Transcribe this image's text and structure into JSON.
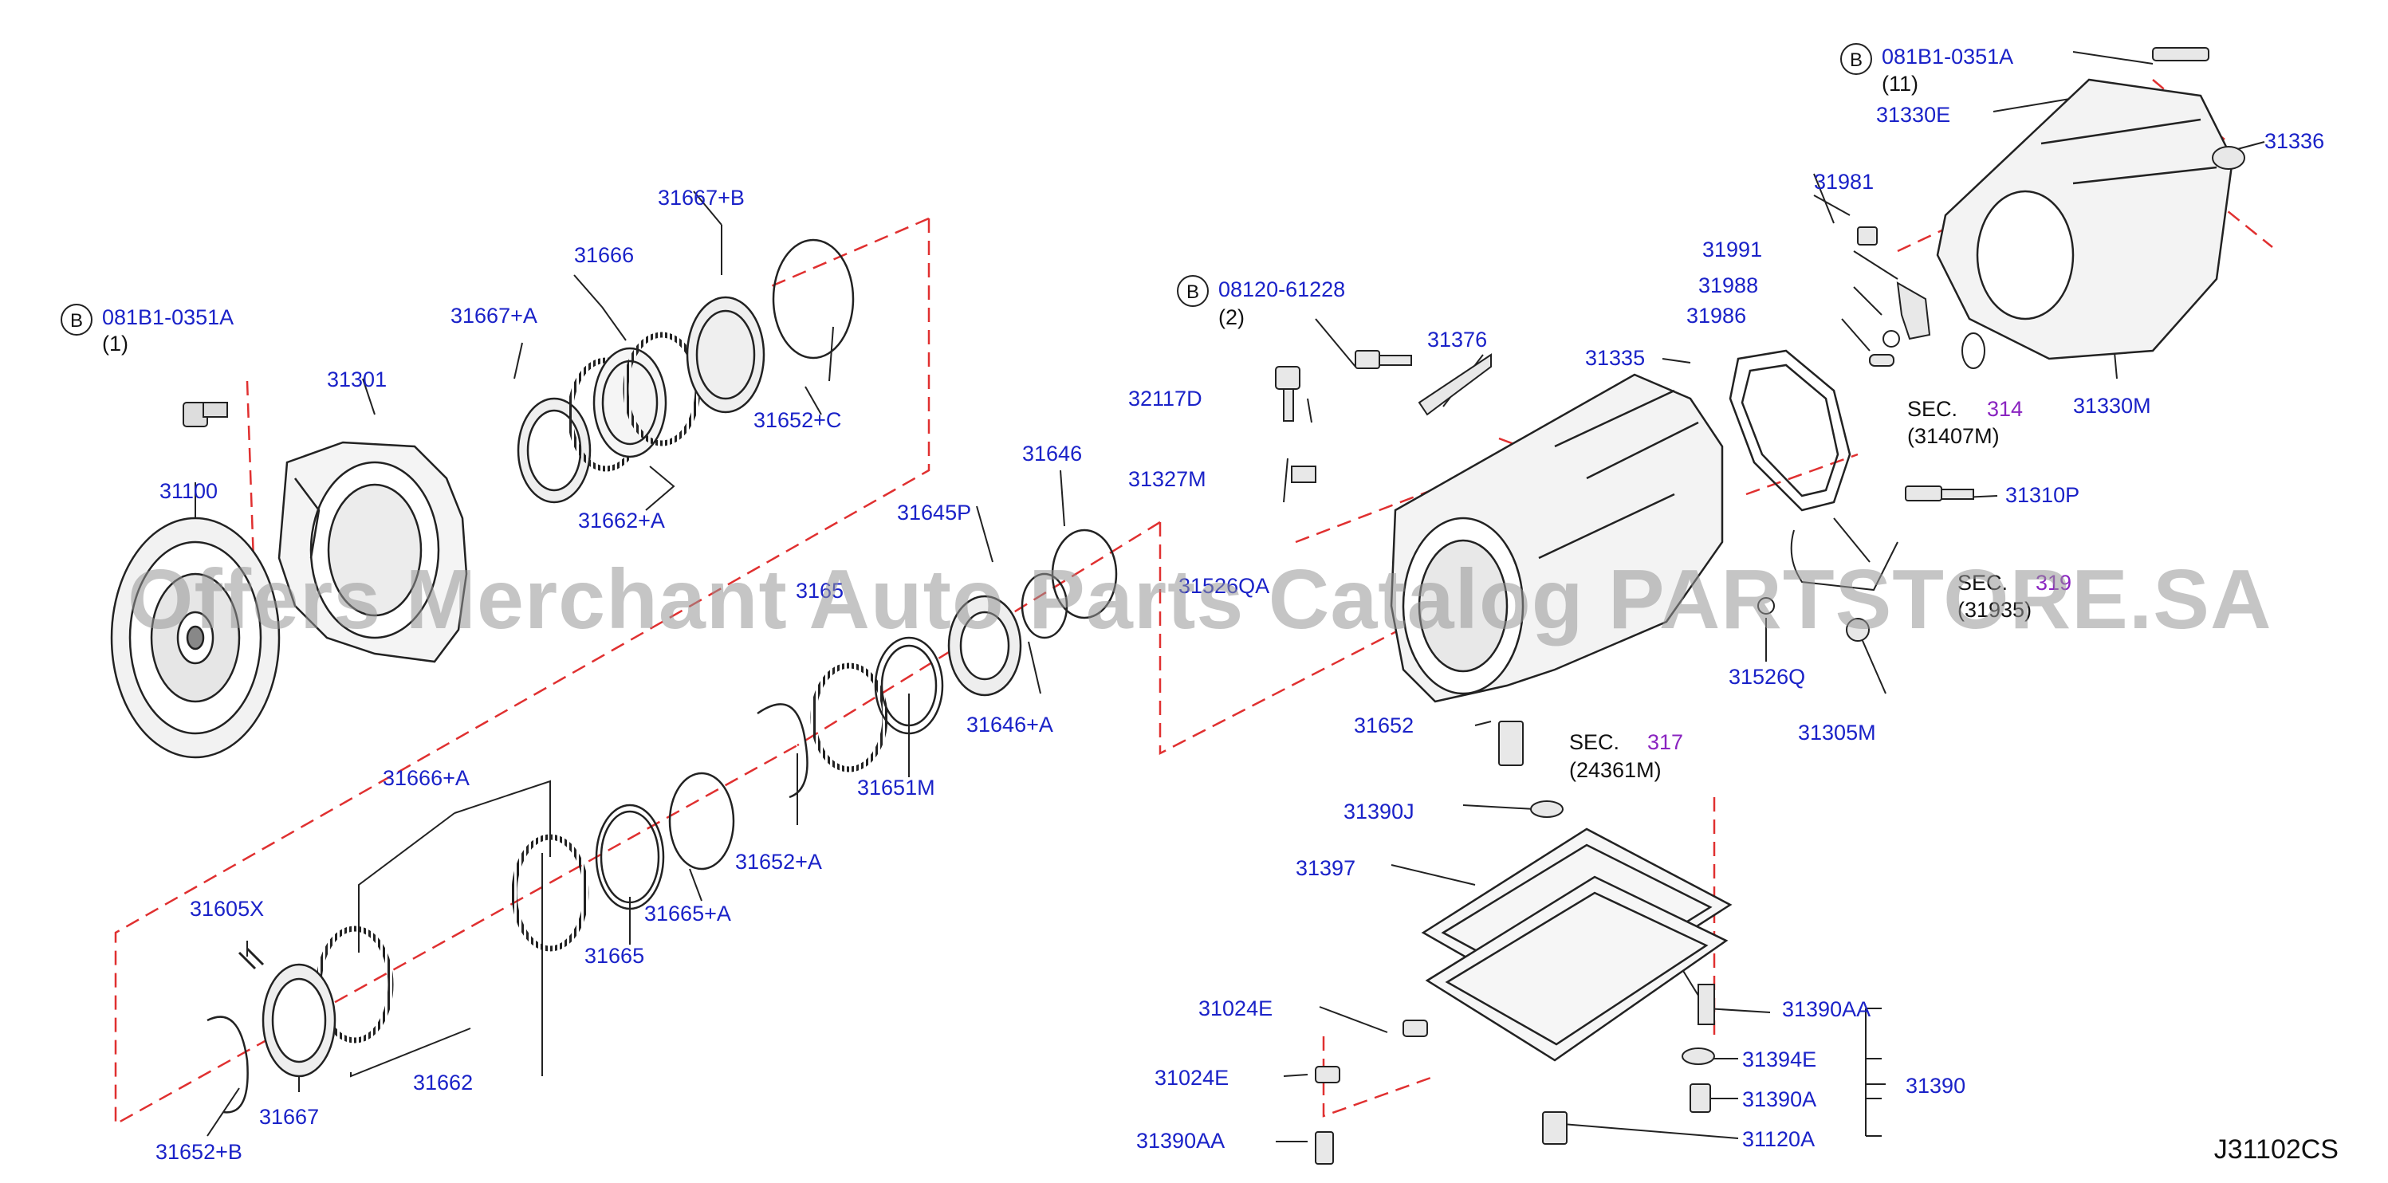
{
  "diagram_code": "J31102CS",
  "watermark": "Offers Merchant Auto Parts Catalog PARTSTORE.SA",
  "bolt_note_left": {
    "marker": "B",
    "part": "081B1-0351A",
    "qty": "(1)"
  },
  "bolt_note_right": {
    "marker": "B",
    "part": "081B1-0351A",
    "qty": "(11)"
  },
  "bolt_note_mid": {
    "marker": "B",
    "part": "08120-61228",
    "qty": "(2)"
  },
  "sec_314": {
    "prefix": "SEC.",
    "num": "314",
    "ref": "(31407M)"
  },
  "sec_317": {
    "prefix": "SEC.",
    "num": "317",
    "ref": "(24361M)"
  },
  "sec_319": {
    "prefix": "SEC.",
    "num": "319",
    "ref": "(31935)"
  },
  "labels": {
    "p31667b": "31667+B",
    "p31666": "31666",
    "p31667a": "31667+A",
    "p31301": "31301",
    "p31100": "31100",
    "p31652c": "31652+C",
    "p31662a": "31662+A",
    "p31646": "31646",
    "p31645p": "31645P",
    "p3165x": "3165",
    "p31646a": "31646+A",
    "p31651m": "31651M",
    "p31652a": "31652+A",
    "p31666a": "31666+A",
    "p31605x": "31605X",
    "p31665a": "31665+A",
    "p31665": "31665",
    "p31667": "31667",
    "p31662": "31662",
    "p31652b": "31652+B",
    "p32117d": "32117D",
    "p31327m": "31327M",
    "p31526qa": "31526QA",
    "p31376": "31376",
    "p31335": "31335",
    "p31981": "31981",
    "p31991": "31991",
    "p31988": "31988",
    "p31986": "31986",
    "p31330e": "31330E",
    "p31336": "31336",
    "p31330m": "31330M",
    "p31310p": "31310P",
    "p31526q": "31526Q",
    "p31305m": "31305M",
    "p31652": "31652",
    "p31390j": "31390J",
    "p31397": "31397",
    "p31024e_1": "31024E",
    "p31024e_2": "31024E",
    "p31390aa_1": "31390AA",
    "p31390aa_2": "31390AA",
    "p31394e": "31394E",
    "p31390a": "31390A",
    "p31390": "31390",
    "p31120a": "31120A"
  }
}
